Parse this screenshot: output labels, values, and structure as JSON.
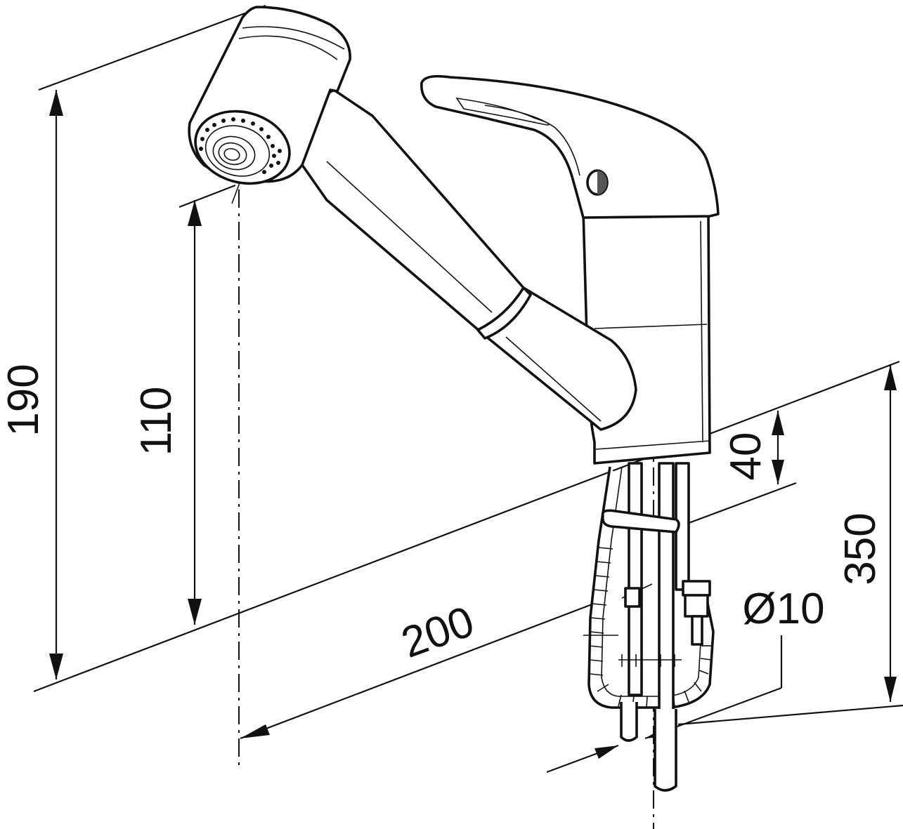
{
  "dimensions": {
    "total_height": "190",
    "outlet_height": "110",
    "spout_reach": "200",
    "base_height": "40",
    "hose_length": "350",
    "hole_diameter": "Ø10"
  }
}
